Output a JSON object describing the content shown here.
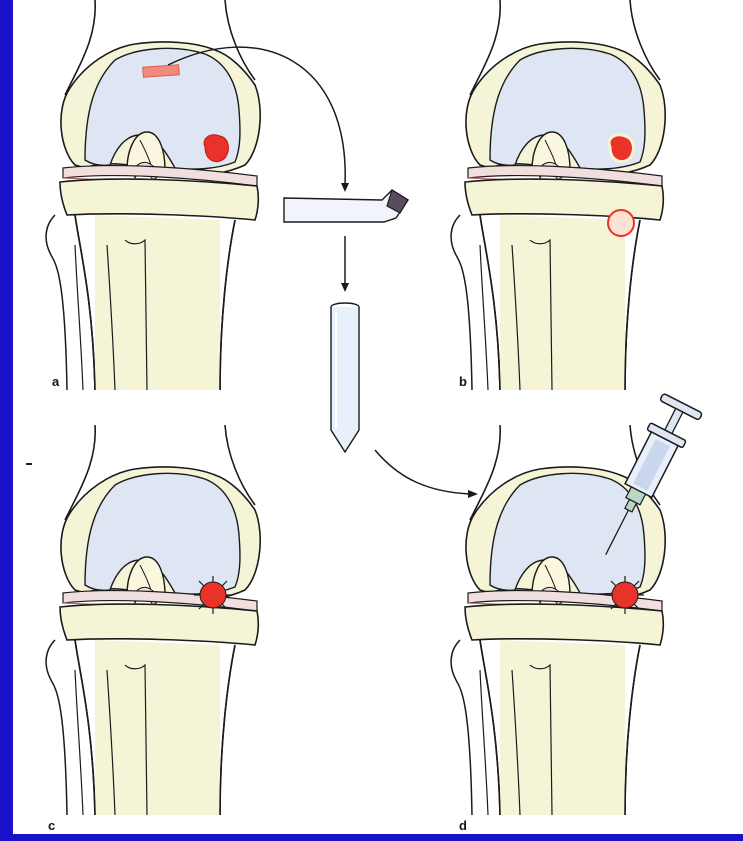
{
  "panels": [
    {
      "label": "a",
      "lesion": "defect",
      "harvest_site": true
    },
    {
      "label": "b",
      "lesion": "defect-outlined",
      "tibial_mark": true
    },
    {
      "label": "c",
      "lesion": "sutured-patch"
    },
    {
      "label": "d",
      "lesion": "sutured-patch",
      "syringe": true
    }
  ],
  "colors": {
    "background": "#1a12c8",
    "bone_fill": "#f6f4d6",
    "cartilage_fill": "#dfe6f3",
    "meniscus": "#f1dede",
    "lesion": "#e8322a",
    "harvest": "#f08a7a",
    "tube": "#e8f0fb",
    "outline": "#1b1b1b"
  },
  "icons": [
    "knee-joint",
    "cartilage-chip",
    "culture-tube",
    "syringe",
    "flow-arrow"
  ]
}
